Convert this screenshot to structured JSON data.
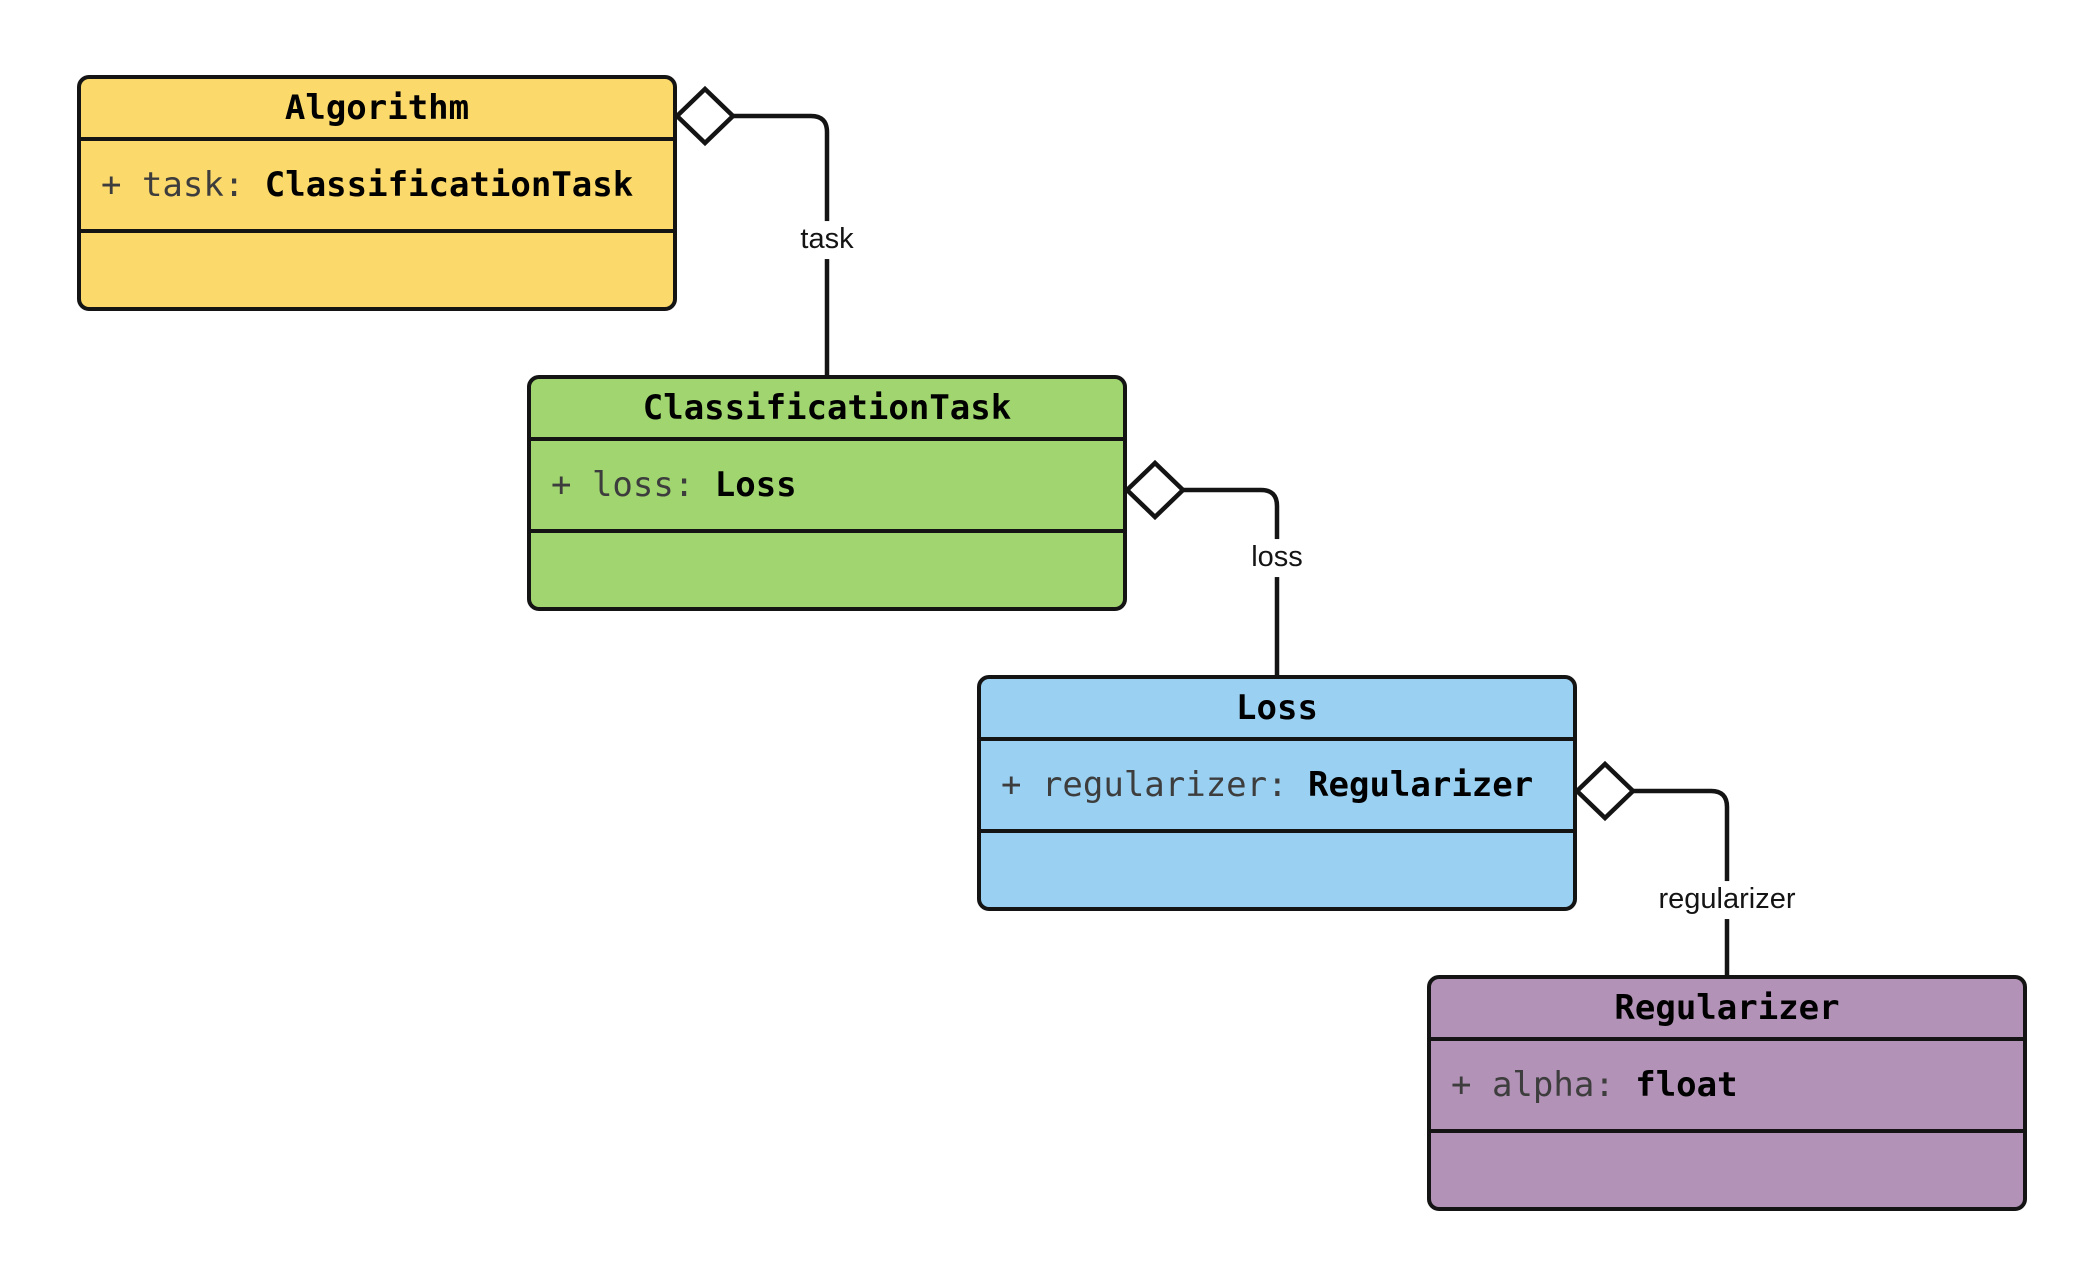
{
  "diagram": {
    "kind": "uml-class-diagram",
    "line_color": "#141414",
    "classes": [
      {
        "name": "Algorithm",
        "color": "#FBD96B",
        "attributes": [
          {
            "visibility": "+",
            "name": "task",
            "type": "ClassificationTask",
            "label": "+ task: "
          }
        ]
      },
      {
        "name": "ClassificationTask",
        "color": "#A0D56F",
        "attributes": [
          {
            "visibility": "+",
            "name": "loss",
            "type": "Loss",
            "label": "+ loss: "
          }
        ]
      },
      {
        "name": "Loss",
        "color": "#9AD1F2",
        "attributes": [
          {
            "visibility": "+",
            "name": "regularizer",
            "type": "Regularizer",
            "label": "+ regularizer: "
          }
        ]
      },
      {
        "name": "Regularizer",
        "color": "#B292B6",
        "attributes": [
          {
            "visibility": "+",
            "name": "alpha",
            "type": "float",
            "label": "+ alpha: "
          }
        ]
      }
    ],
    "relations": [
      {
        "from": "Algorithm",
        "to": "ClassificationTask",
        "type": "aggregation",
        "label": "task"
      },
      {
        "from": "ClassificationTask",
        "to": "Loss",
        "type": "aggregation",
        "label": "loss"
      },
      {
        "from": "Loss",
        "to": "Regularizer",
        "type": "aggregation",
        "label": "regularizer"
      }
    ]
  }
}
